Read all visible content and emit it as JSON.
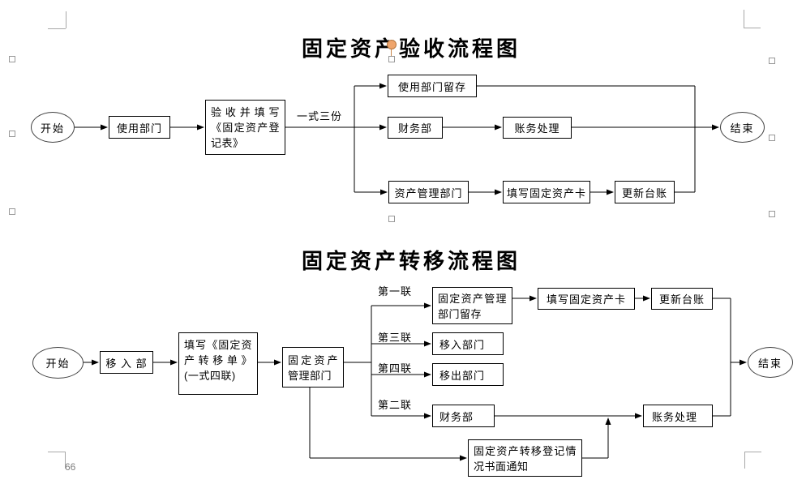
{
  "page": {
    "number": "66"
  },
  "chart1": {
    "title": "固定资产验收流程图",
    "nodes": {
      "start": "开始",
      "using_dept": "使用部门",
      "register": "验收并填写《固定资产登记表》",
      "copies_label": "一式三份",
      "dept_keep": "使用部门留存",
      "finance": "财务部",
      "accounting": "账务处理",
      "asset_dept": "资产管理部门",
      "fill_card": "填写固定资产卡",
      "update_ledger": "更新台账",
      "end": "结束"
    }
  },
  "chart2": {
    "title": "固定资产转移流程图",
    "nodes": {
      "start": "开始",
      "move_in_dept_short": "移 入 部",
      "fill_form": "填写《固定资产转移单》(一式四联)",
      "asset_mgmt_dept": "固定资产管理部门",
      "copy1_label": "第一联",
      "copy3_label": "第三联",
      "copy4_label": "第四联",
      "copy2_label": "第二联",
      "mgmt_keep": "固定资产管理部门留存",
      "move_in_dept": "移入部门",
      "move_out_dept": "移出部门",
      "finance": "财务部",
      "fill_card": "填写固定资产卡",
      "update_ledger": "更新台账",
      "notice": "固定资产转移登记情况书面通知",
      "accounting": "账务处理",
      "end": "结束"
    }
  },
  "colors": {
    "accent_anchor": "#efa56c",
    "handle_gray": "#999999",
    "crop_gray": "#a8a8a8"
  }
}
